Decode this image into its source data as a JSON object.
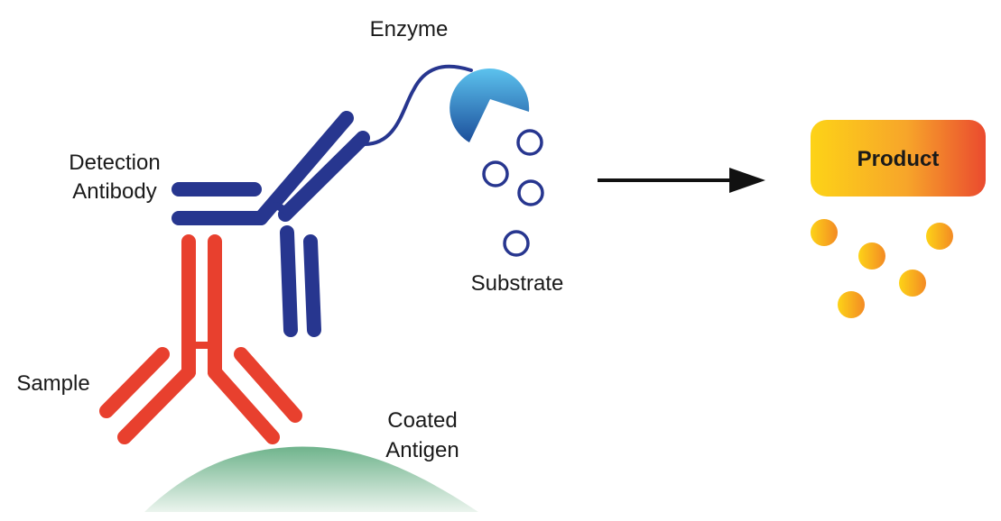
{
  "labels": {
    "enzyme": "Enzyme",
    "detection_line1": "Detection",
    "detection_line2": "Antibody",
    "substrate": "Substrate",
    "product": "Product",
    "sample": "Sample",
    "antigen_line1": "Coated",
    "antigen_line2": "Antigen"
  },
  "colors": {
    "detection_antibody": "#27368f",
    "sample_antibody": "#e8402e",
    "enzyme_light": "#5cc2ee",
    "enzyme_dark": "#1c4f9b",
    "substrate_stroke": "#27368f",
    "product_start": "#fdd317",
    "product_end": "#ea4a2f",
    "antigen_top": "#5fab7f",
    "antigen_bottom": "#e9f3ec",
    "arrow": "#111111"
  }
}
